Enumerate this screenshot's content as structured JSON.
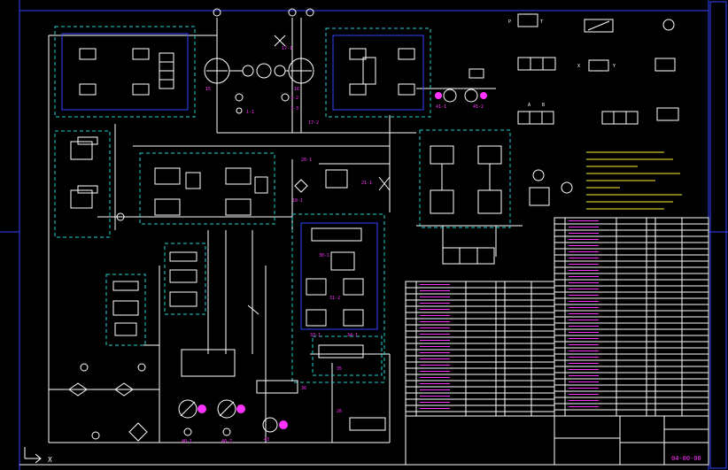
{
  "drawing": {
    "ucs_label": "X",
    "drawing_number": "04-00-00"
  },
  "colors": {
    "background": "#000000",
    "line_white": "#ffffff",
    "line_cyan": "#22d3d3",
    "line_blue": "#3344ff",
    "text_magenta": "#ff33ff",
    "text_yellow": "#ffee33"
  },
  "components": {
    "pump_left": "15",
    "pump_right": "16",
    "valve_17_1": "17-1",
    "valve_17_2": "17-2",
    "valve_1_1": "1-1",
    "valve_1_2": "1-2",
    "valve_1_3": "1-3",
    "gauge_41_1": "41-1",
    "gauge_41_2": "41-2",
    "filter_18_1": "18-1",
    "valve_20_1": "20-1",
    "valve_21_1": "21-1",
    "valve_30_1": "30-1",
    "valve_31_2": "31-2",
    "valve_33_1": "33-1",
    "valve_34_1": "34-1",
    "motor_40_1": "40-1",
    "motor_40_2": "40-2",
    "pump_43": "43",
    "valve_35": "35",
    "valve_36": "36",
    "valve_26": "26"
  },
  "legend": {
    "symbol_p": "P",
    "symbol_t": "T",
    "symbol_a": "A",
    "symbol_b": "B",
    "symbol_x": "X",
    "symbol_y": "Y"
  }
}
